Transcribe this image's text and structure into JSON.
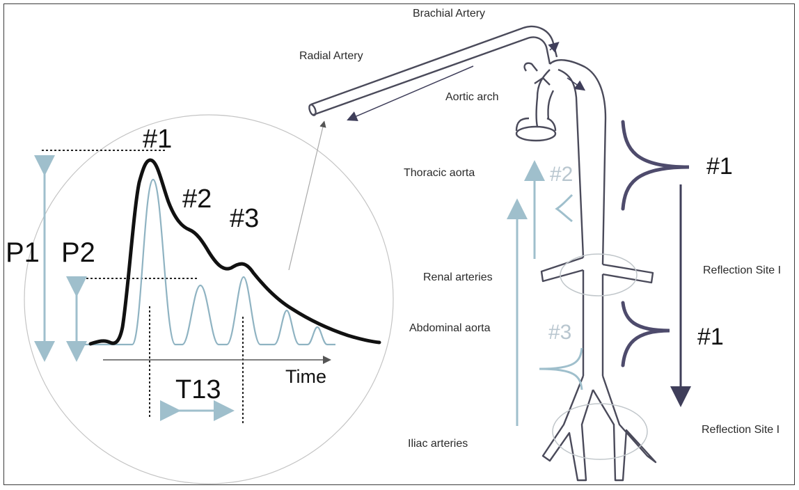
{
  "colors": {
    "vessel_outline": "#4a4a5a",
    "waveform_pressure": "#111111",
    "waveform_components": "#8fb3c2",
    "forward_pulse": "#4e4b6c",
    "circle_outline": "#b8b8b8",
    "arrow_blue": "#9fbfcc",
    "arrow_dark": "#3f3e5a"
  },
  "waveform": {
    "peak_1": "#1",
    "peak_2": "#2",
    "peak_3": "#3",
    "p1_label": "P1",
    "p2_label": "P2",
    "time_label": "Time",
    "t13_label": "T13"
  },
  "anatomy": {
    "brachial_artery": "Brachial Artery",
    "radial_artery": "Radial Artery",
    "aortic_arch": "Aortic arch",
    "thoracic_aorta": "Thoracic aorta",
    "renal_arteries": "Renal arteries",
    "abdominal_aorta": "Abdominal aorta",
    "iliac_arteries": "Iliac arteries",
    "reflection_site_1": "Reflection Site I",
    "reflection_site_2": "Reflection Site I"
  },
  "pulses": {
    "forward_upper": "#1",
    "forward_lower": "#1",
    "reflected_upper": "#2",
    "reflected_lower": "#3"
  }
}
